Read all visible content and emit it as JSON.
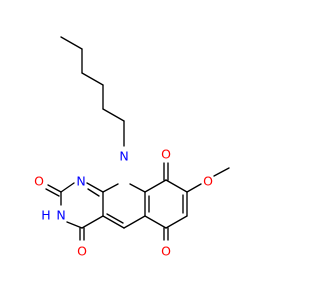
{
  "molecule": {
    "atoms": {
      "n10": "N",
      "n1": "N",
      "n3": "N",
      "h3": "H",
      "o2": "O",
      "o4": "O",
      "o6": "O",
      "o9": "O",
      "o8": "O"
    },
    "colors": {
      "bond": "#000000",
      "nitrogen": "#0000ff",
      "oxygen": "#ff0000",
      "background": "#ffffff"
    }
  }
}
